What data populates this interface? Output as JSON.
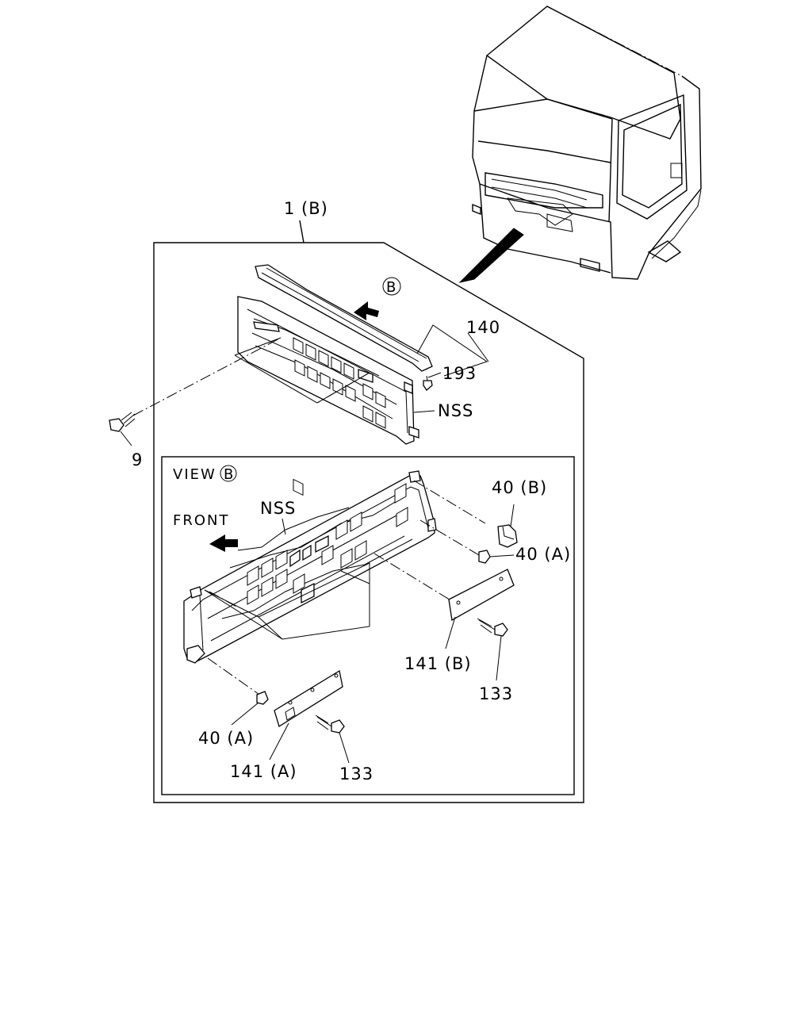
{
  "diagram": {
    "assembly_label": "1 (B)",
    "view_label": "VIEW",
    "view_letter": "B",
    "arrow_letter": "B",
    "front_label": "FRONT",
    "callouts": {
      "part_140": "140",
      "part_193": "193",
      "nss_top": "NSS",
      "part_9": "9",
      "nss_view": "NSS",
      "part_40b": "40 (B)",
      "part_40a_right": "40 (A)",
      "part_40a_left": "40 (A)",
      "part_141b": "141 (B)",
      "part_141a": "141 (A)",
      "part_133_right": "133",
      "part_133_left": "133"
    }
  }
}
